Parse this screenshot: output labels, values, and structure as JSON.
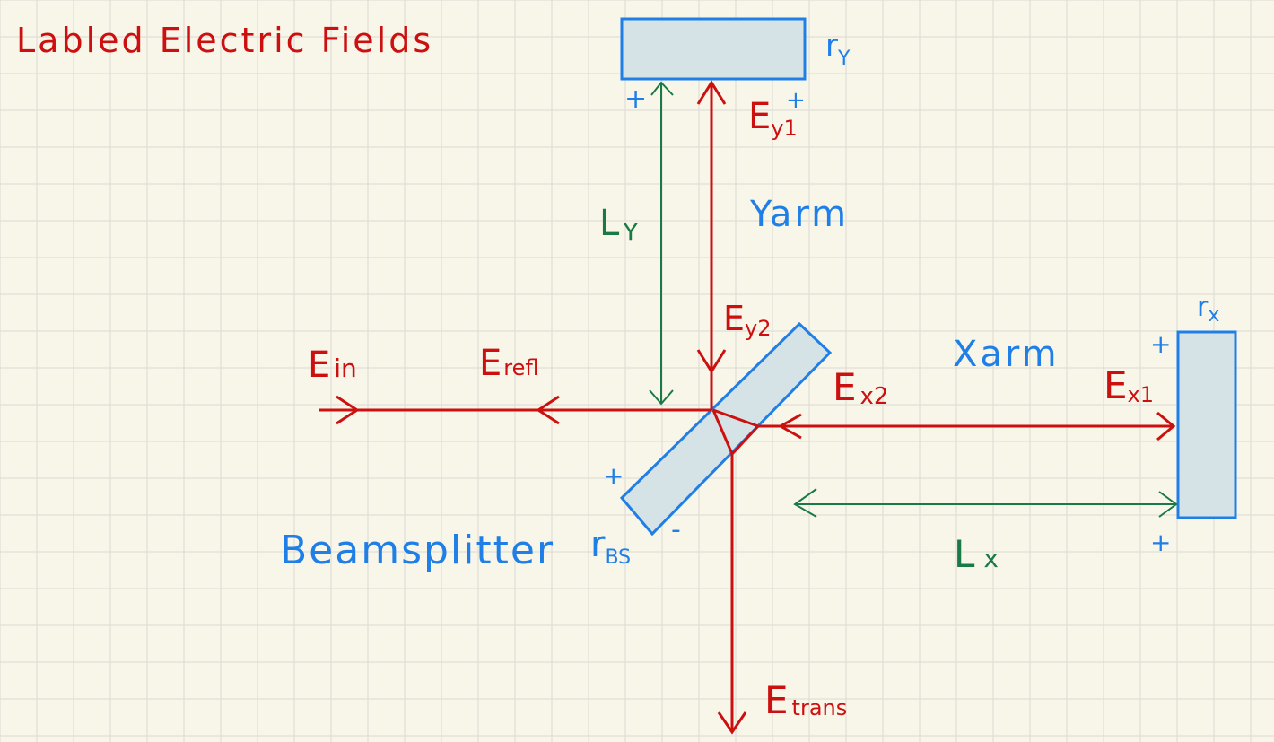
{
  "title": "Labled Electric Fields",
  "colors": {
    "background": "#f8f5e9",
    "grid": "#dcdcd2",
    "red": "#cc1010",
    "blue": "#1f7fe6",
    "green": "#1a7a45",
    "mirror_fill": "#d6e3e6"
  },
  "mirrors": {
    "y_mirror_label": "r",
    "y_mirror_sub": "Y",
    "x_mirror_label": "r",
    "x_mirror_sub": "x",
    "bs_label": "Beamsplitter",
    "bs_r": "r",
    "bs_sub": "BS"
  },
  "arms": {
    "y_arm": "Yarm",
    "x_arm": "Xarm"
  },
  "lengths": {
    "ly_main": "L",
    "ly_sub": "Y",
    "lx_main": "L",
    "lx_sub": "x"
  },
  "fields": {
    "e_in_main": "E",
    "e_in_sub": "in",
    "e_refl_main": "E",
    "e_refl_sub": "refl",
    "e_y1_main": "E",
    "e_y1_sub": "y1",
    "e_y2_main": "E",
    "e_y2_sub": "y2",
    "e_x1_main": "E",
    "e_x1_sub": "x1",
    "e_x2_main": "E",
    "e_x2_sub": "x2",
    "e_trans_main": "E",
    "e_trans_sub": "trans"
  },
  "signs": {
    "plus": "+",
    "minus": "-"
  }
}
